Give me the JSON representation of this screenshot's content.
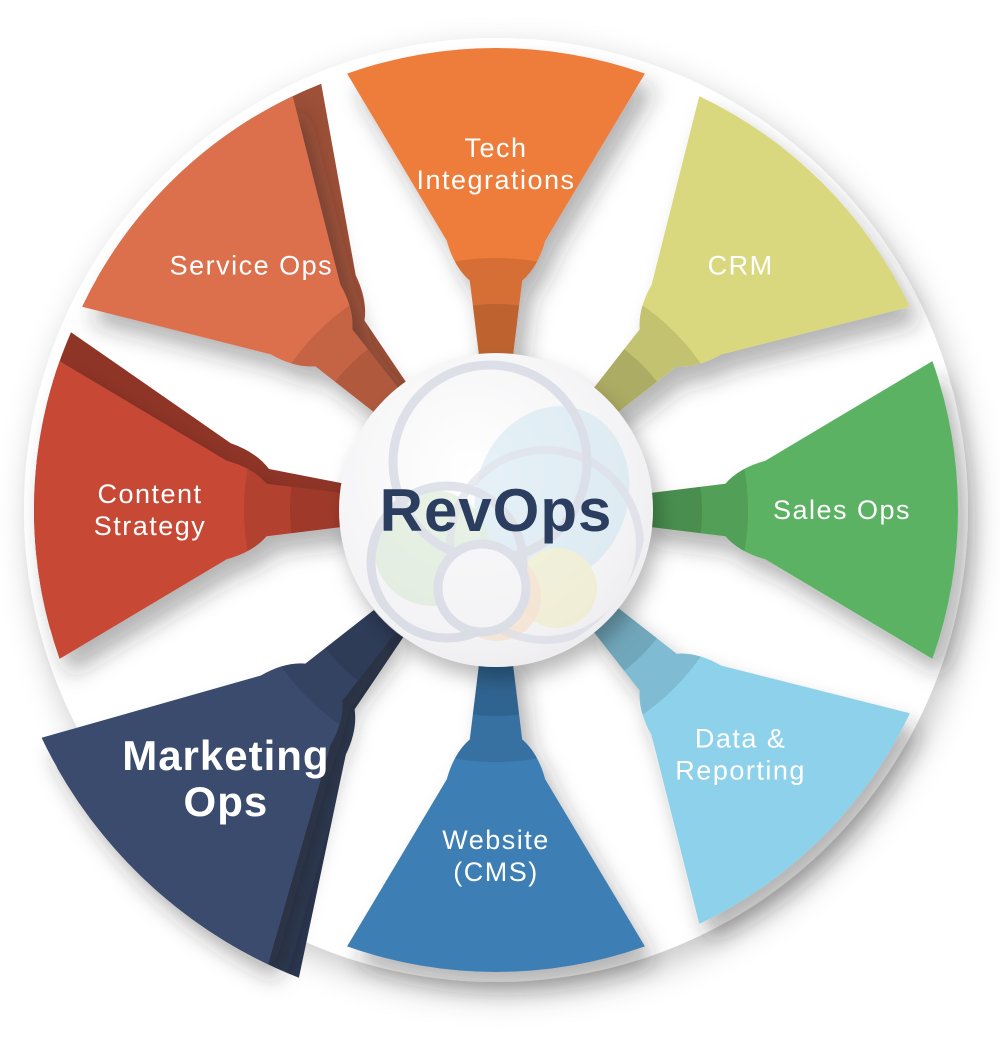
{
  "diagram": {
    "type": "wheel",
    "center_label": "RevOps",
    "segments": [
      {
        "id": "tech-integrations",
        "label": "Tech Integrations",
        "lines": [
          "Tech",
          "Integrations"
        ],
        "color": "#EE7B3B",
        "angle_deg": 0
      },
      {
        "id": "crm",
        "label": "CRM",
        "lines": [
          "CRM"
        ],
        "color": "#D9D87E",
        "angle_deg": 45
      },
      {
        "id": "sales-ops",
        "label": "Sales Ops",
        "lines": [
          "Sales Ops"
        ],
        "color": "#5BB264",
        "angle_deg": 90
      },
      {
        "id": "data-reporting",
        "label": "Data & Reporting",
        "lines": [
          "Data &",
          "Reporting"
        ],
        "color": "#8ED1EA",
        "angle_deg": 135
      },
      {
        "id": "website-cms",
        "label": "Website (CMS)",
        "lines": [
          "Website",
          "(CMS)"
        ],
        "color": "#3E7EB4",
        "angle_deg": 180
      },
      {
        "id": "marketing-ops",
        "label": "Marketing Ops",
        "lines": [
          "Marketing",
          "Ops"
        ],
        "color": "#3A4B6E",
        "angle_deg": 225,
        "emphasis": true
      },
      {
        "id": "content-strategy",
        "label": "Content Strategy",
        "lines": [
          "Content",
          "Strategy"
        ],
        "color": "#C74936",
        "angle_deg": 270
      },
      {
        "id": "service-ops",
        "label": "Service Ops",
        "lines": [
          "Service Ops"
        ],
        "color": "#DC6F4E",
        "angle_deg": 315
      }
    ],
    "colors": {
      "background": "#FFFFFF",
      "center_text": "#2C3E5F",
      "center_fill_top": "#FFFFFF",
      "center_fill_edge": "#E9E9EC",
      "label_text": "#FFFFFF",
      "logo_outline": "#C3C8D8",
      "logo_blue": "#BFDEED",
      "logo_green": "#CBE3C4",
      "logo_peach": "#F6D4B4",
      "logo_yellow": "#EDE8B4"
    }
  }
}
